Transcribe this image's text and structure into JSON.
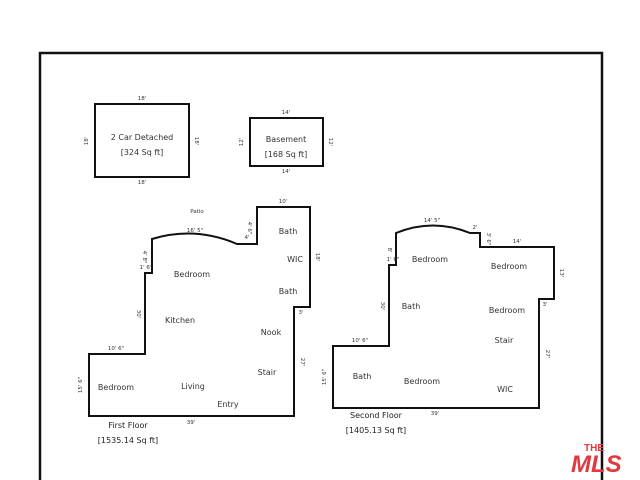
{
  "garage": {
    "label": "2 Car Detached",
    "area": "[324 Sq ft]",
    "dims": {
      "top": "18'",
      "bottom": "18'",
      "left": "18'",
      "right": "18'"
    }
  },
  "basement": {
    "label": "Basement",
    "area": "[168 Sq ft]",
    "dims": {
      "top": "14'",
      "bottom": "14'",
      "left": "12'",
      "right": "12'"
    }
  },
  "first_floor": {
    "title": "First Floor",
    "area": "[1535.14 Sq ft]",
    "patio": "Patio",
    "rooms": [
      "Bedroom",
      "Kitchen",
      "Bath",
      "WIC",
      "Bath",
      "Nook",
      "Stair",
      "Bedroom",
      "Living",
      "Entry"
    ],
    "dims": [
      "16' 5\"",
      "10'",
      "4' 6\"",
      "4'",
      "4' 8\"",
      "1' 6\"",
      "30'",
      "10' 6\"",
      "15' 6\"",
      "39'",
      "3'",
      "27'",
      "18'"
    ]
  },
  "second_floor": {
    "title": "Second Floor",
    "area": "[1405.13 Sq ft]",
    "rooms": [
      "Bedroom",
      "Bedroom",
      "Bath",
      "Bedroom",
      "Stair",
      "Bath",
      "Bedroom",
      "WIC"
    ],
    "dims": [
      "14' 5\"",
      "2'",
      "3' 6\"",
      "14'",
      "8'",
      "1' 6\"",
      "30'",
      "10' 6\"",
      "15' 6\"",
      "39'",
      "3'",
      "27'",
      "13'"
    ]
  },
  "logo": {
    "top": "THE",
    "main": "MLS",
    "color": "#e03a3e"
  }
}
